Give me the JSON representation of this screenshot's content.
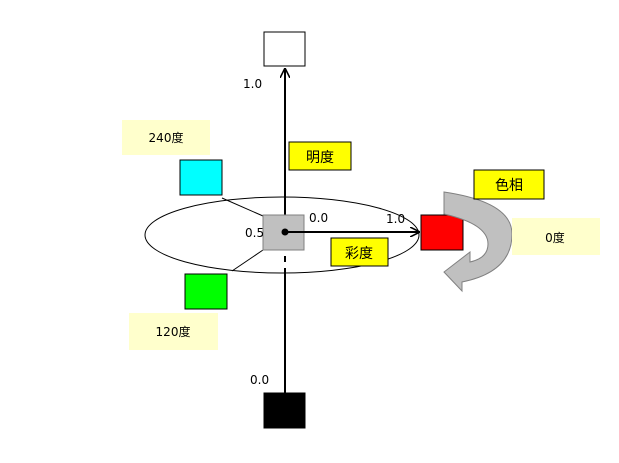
{
  "diagram": {
    "labels": {
      "lightness": "明度",
      "saturation": "彩度",
      "hue": "色相",
      "deg240": "240度",
      "deg120": "120度",
      "deg0": "0度",
      "top_value": "1.0",
      "bottom_value": "0.0",
      "center_value": "0.5",
      "sat_start": "0.0",
      "sat_end": "1.0"
    },
    "colors": {
      "white": "#ffffff",
      "black": "#000000",
      "gray": "#c0c0c0",
      "red": "#ff0000",
      "cyan": "#00ffff",
      "green": "#00ff00",
      "yellow_label": "#ffff00",
      "cream_label": "#ffffcc",
      "arrow_gray": "#c0c0c0"
    }
  }
}
